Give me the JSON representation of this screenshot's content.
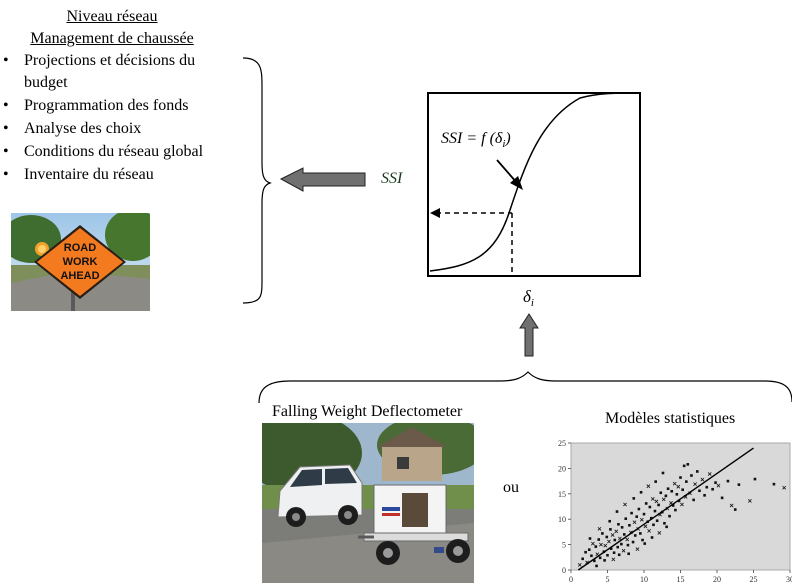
{
  "network": {
    "heading_line1": "Niveau réseau",
    "heading_line2": "Management de chaussée",
    "items": [
      {
        "text": "Projections et décisions du budget"
      },
      {
        "text": "Programmation des fonds"
      },
      {
        "text": "Analyse des choix"
      },
      {
        "text": "Conditions du réseau global"
      },
      {
        "text": "Inventaire du réseau"
      }
    ]
  },
  "sign": {
    "line1": "ROAD",
    "line2": "WORK",
    "line3": "AHEAD"
  },
  "diagram": {
    "ssi_label": "SSI",
    "function_label": "SSI = f (δ",
    "function_subscript": "i",
    "function_close": ")",
    "delta_symbol": "δ",
    "delta_subscript": "i"
  },
  "bottom": {
    "fwd_caption": "Falling Weight Deflectometer",
    "or_label": "ou",
    "stats_caption": "Modèles statistiques"
  },
  "chart_data": {
    "type": "scatter",
    "title": "",
    "xlabel": "",
    "ylabel": "",
    "xlim": [
      0,
      30
    ],
    "ylim": [
      0,
      25
    ],
    "xticks": [
      "0",
      "5",
      "10",
      "15",
      "20",
      "25",
      "30"
    ],
    "yticks": [
      "0",
      "5",
      "10",
      "15",
      "20",
      "25"
    ],
    "trend_line": {
      "x": [
        1,
        25
      ],
      "y": [
        0,
        24
      ]
    },
    "series": [
      {
        "values": [
          [
            1.2,
            1.0
          ],
          [
            1.6,
            2.2
          ],
          [
            2.0,
            3.5
          ],
          [
            2.2,
            1.5
          ],
          [
            2.5,
            4.0
          ],
          [
            2.8,
            2.8
          ],
          [
            3.0,
            5.2
          ],
          [
            3.2,
            1.8
          ],
          [
            3.4,
            4.6
          ],
          [
            3.6,
            3.1
          ],
          [
            3.8,
            6.0
          ],
          [
            4.0,
            2.4
          ],
          [
            4.1,
            5.0
          ],
          [
            4.3,
            7.2
          ],
          [
            4.5,
            3.6
          ],
          [
            4.7,
            4.8
          ],
          [
            4.9,
            6.5
          ],
          [
            5.0,
            2.9
          ],
          [
            5.2,
            5.6
          ],
          [
            5.4,
            8.0
          ],
          [
            5.5,
            4.2
          ],
          [
            5.7,
            6.9
          ],
          [
            5.9,
            3.4
          ],
          [
            6.0,
            5.9
          ],
          [
            6.2,
            7.6
          ],
          [
            6.4,
            4.5
          ],
          [
            6.5,
            9.0
          ],
          [
            6.7,
            6.2
          ],
          [
            6.9,
            5.1
          ],
          [
            7.0,
            8.4
          ],
          [
            7.2,
            3.8
          ],
          [
            7.3,
            7.0
          ],
          [
            7.5,
            10.1
          ],
          [
            7.7,
            6.0
          ],
          [
            7.8,
            4.9
          ],
          [
            8.0,
            8.8
          ],
          [
            8.2,
            7.4
          ],
          [
            8.3,
            11.2
          ],
          [
            8.5,
            5.5
          ],
          [
            8.7,
            9.4
          ],
          [
            8.8,
            6.8
          ],
          [
            9.0,
            10.5
          ],
          [
            9.2,
            8.1
          ],
          [
            9.3,
            12.0
          ],
          [
            9.5,
            7.2
          ],
          [
            9.7,
            9.9
          ],
          [
            9.8,
            5.9
          ],
          [
            10.0,
            11.0
          ],
          [
            10.2,
            8.6
          ],
          [
            10.3,
            13.1
          ],
          [
            10.5,
            9.5
          ],
          [
            10.7,
            7.7
          ],
          [
            10.8,
            12.4
          ],
          [
            11.0,
            10.2
          ],
          [
            11.2,
            14.0
          ],
          [
            11.3,
            8.9
          ],
          [
            11.5,
            11.6
          ],
          [
            11.7,
            13.5
          ],
          [
            11.8,
            9.7
          ],
          [
            12.0,
            12.8
          ],
          [
            12.2,
            10.9
          ],
          [
            12.3,
            15.2
          ],
          [
            12.5,
            11.4
          ],
          [
            12.7,
            13.9
          ],
          [
            12.8,
            9.2
          ],
          [
            13.0,
            14.6
          ],
          [
            13.2,
            12.1
          ],
          [
            13.3,
            16.0
          ],
          [
            13.5,
            10.6
          ],
          [
            13.7,
            13.2
          ],
          [
            13.8,
            15.5
          ],
          [
            14.0,
            12.7
          ],
          [
            14.2,
            17.0
          ],
          [
            14.3,
            11.8
          ],
          [
            14.5,
            14.9
          ],
          [
            14.7,
            16.4
          ],
          [
            14.8,
            13.6
          ],
          [
            15.0,
            18.2
          ],
          [
            15.2,
            12.9
          ],
          [
            15.3,
            15.8
          ],
          [
            15.5,
            20.5
          ],
          [
            15.7,
            14.4
          ],
          [
            15.8,
            17.4
          ],
          [
            16.0,
            20.8
          ],
          [
            16.3,
            15.1
          ],
          [
            16.5,
            18.6
          ],
          [
            16.8,
            13.8
          ],
          [
            17.0,
            16.9
          ],
          [
            17.3,
            19.4
          ],
          [
            17.6,
            15.6
          ],
          [
            18.0,
            17.8
          ],
          [
            18.3,
            14.7
          ],
          [
            18.6,
            16.3
          ],
          [
            19.0,
            18.9
          ],
          [
            19.4,
            15.9
          ],
          [
            19.8,
            17.2
          ],
          [
            20.2,
            16.6
          ],
          [
            20.7,
            14.2
          ],
          [
            21.5,
            17.5
          ],
          [
            22.0,
            12.7
          ],
          [
            22.5,
            11.9
          ],
          [
            23.0,
            16.8
          ],
          [
            24.5,
            13.6
          ],
          [
            25.2,
            17.9
          ],
          [
            27.8,
            16.9
          ],
          [
            29.2,
            16.2
          ],
          [
            3.5,
            0.8
          ],
          [
            4.6,
            1.9
          ],
          [
            5.8,
            2.1
          ],
          [
            6.6,
            3.0
          ],
          [
            7.9,
            3.2
          ],
          [
            9.1,
            4.1
          ],
          [
            10.1,
            5.2
          ],
          [
            11.1,
            6.4
          ],
          [
            12.1,
            7.3
          ],
          [
            13.1,
            8.5
          ],
          [
            2.6,
            6.2
          ],
          [
            3.9,
            8.1
          ],
          [
            5.3,
            9.6
          ],
          [
            6.3,
            11.5
          ],
          [
            7.4,
            12.9
          ],
          [
            8.6,
            14.1
          ],
          [
            9.6,
            15.3
          ],
          [
            10.6,
            16.5
          ],
          [
            11.6,
            17.4
          ],
          [
            12.6,
            19.1
          ]
        ]
      }
    ]
  }
}
